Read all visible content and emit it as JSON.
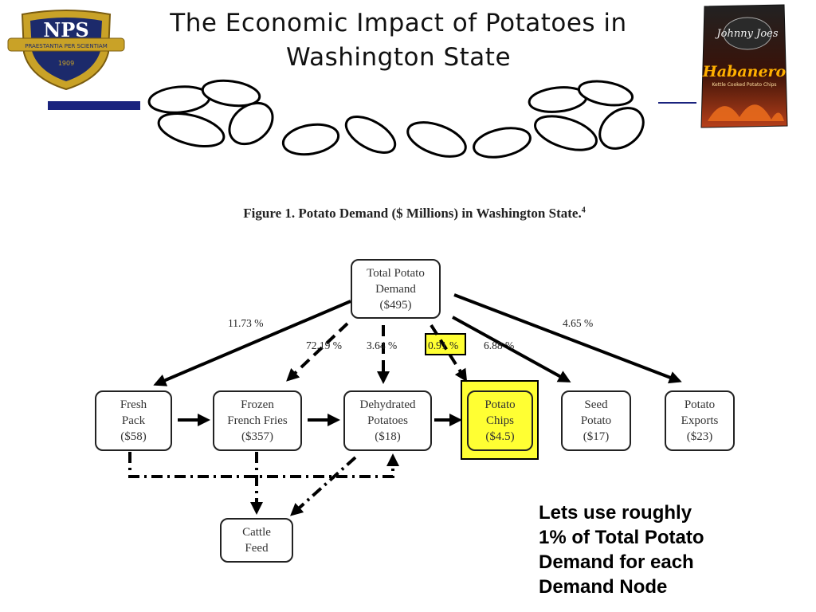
{
  "title": {
    "line1": "The Economic Impact of Potatoes in",
    "line2": "Washington State"
  },
  "logo": {
    "text": "NPS",
    "motto": "PRAESTANTIA PER SCIENTIAM",
    "year": "1909"
  },
  "chips_bag": {
    "brand": "Johnny Joes",
    "flavor": "Habanero",
    "sub": "Kettle Cooked Potato Chips"
  },
  "figure": {
    "caption": "Figure 1. Potato Demand ($ Millions) in Washington State.",
    "caption_ref": "4",
    "root": {
      "line1": "Total Potato",
      "line2": "Demand",
      "value": "($495)"
    },
    "nodes": [
      {
        "line1": "Fresh",
        "line2": "Pack",
        "value": "($58)"
      },
      {
        "line1": "Frozen",
        "line2": "French Fries",
        "value": "($357)"
      },
      {
        "line1": "Dehydrated",
        "line2": "Potatoes",
        "value": "($18)"
      },
      {
        "line1": "Potato",
        "line2": "Chips",
        "value": "($4.5)"
      },
      {
        "line1": "Seed",
        "line2": "Potato",
        "value": "($17)"
      },
      {
        "line1": "Potato",
        "line2": "Exports",
        "value": "($23)"
      }
    ],
    "cattle": {
      "line1": "Cattle",
      "line2": "Feed"
    },
    "percentages": [
      "11.73 %",
      "72.19 %",
      "3.64 %",
      "0.91 %",
      "6.88 %",
      "4.65 %"
    ],
    "highlight_color": "#ffff33"
  },
  "note": {
    "line1": "Lets use roughly",
    "line2": "1% of Total Potato",
    "line3": "Demand for each",
    "line4": "Demand Node"
  }
}
